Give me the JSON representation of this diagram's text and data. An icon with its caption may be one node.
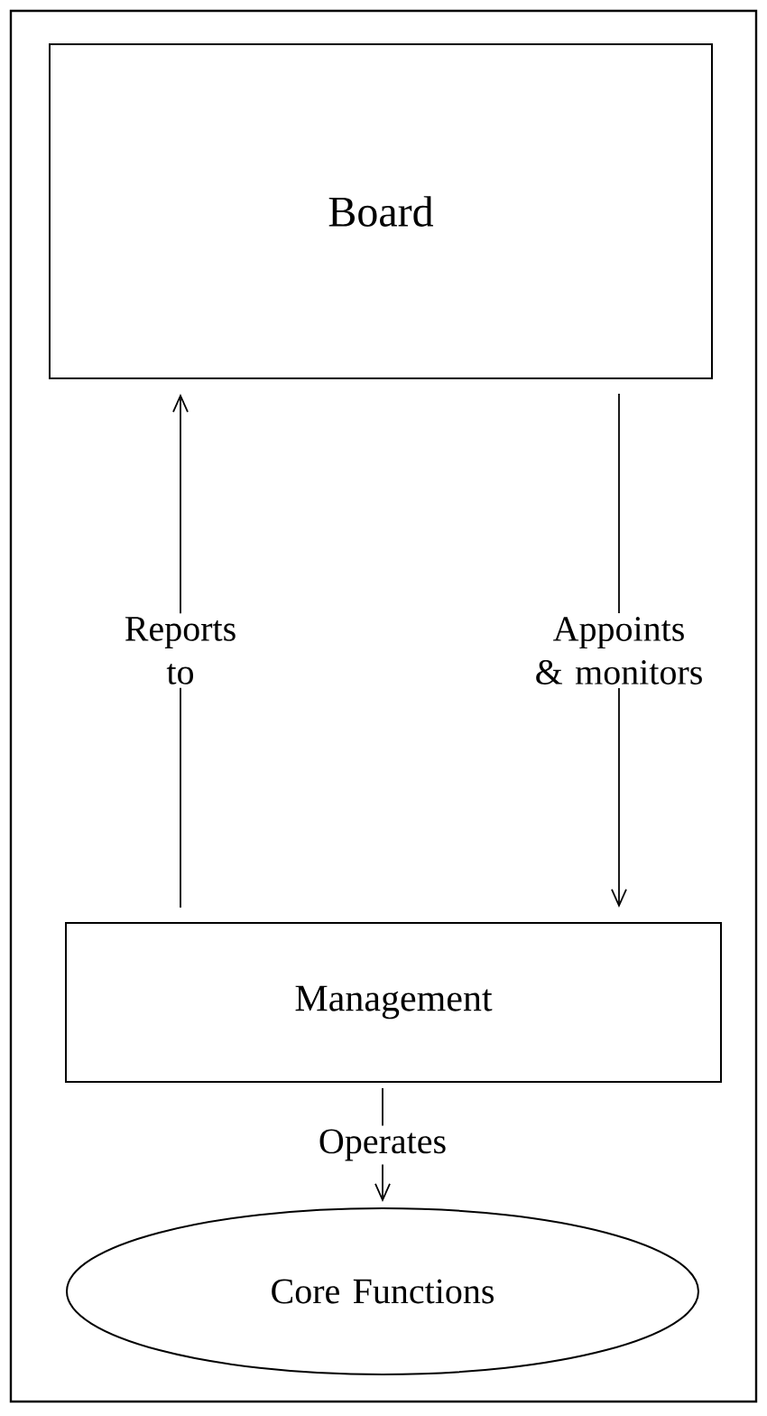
{
  "diagram": {
    "nodes": [
      {
        "text": [
          "Board"
        ]
      },
      {
        "text": [
          "Management"
        ]
      },
      {
        "text": [
          "Core Functions"
        ]
      }
    ],
    "edges": [
      {
        "from": 1,
        "to": 0,
        "arrow": "to",
        "label": "Reports to"
      },
      {
        "from": 0,
        "to": 1,
        "arrow": "to",
        "label": "Appoints & monitors"
      },
      {
        "from": 1,
        "to": 2,
        "arrow": "to",
        "label": "Operates"
      }
    ]
  }
}
